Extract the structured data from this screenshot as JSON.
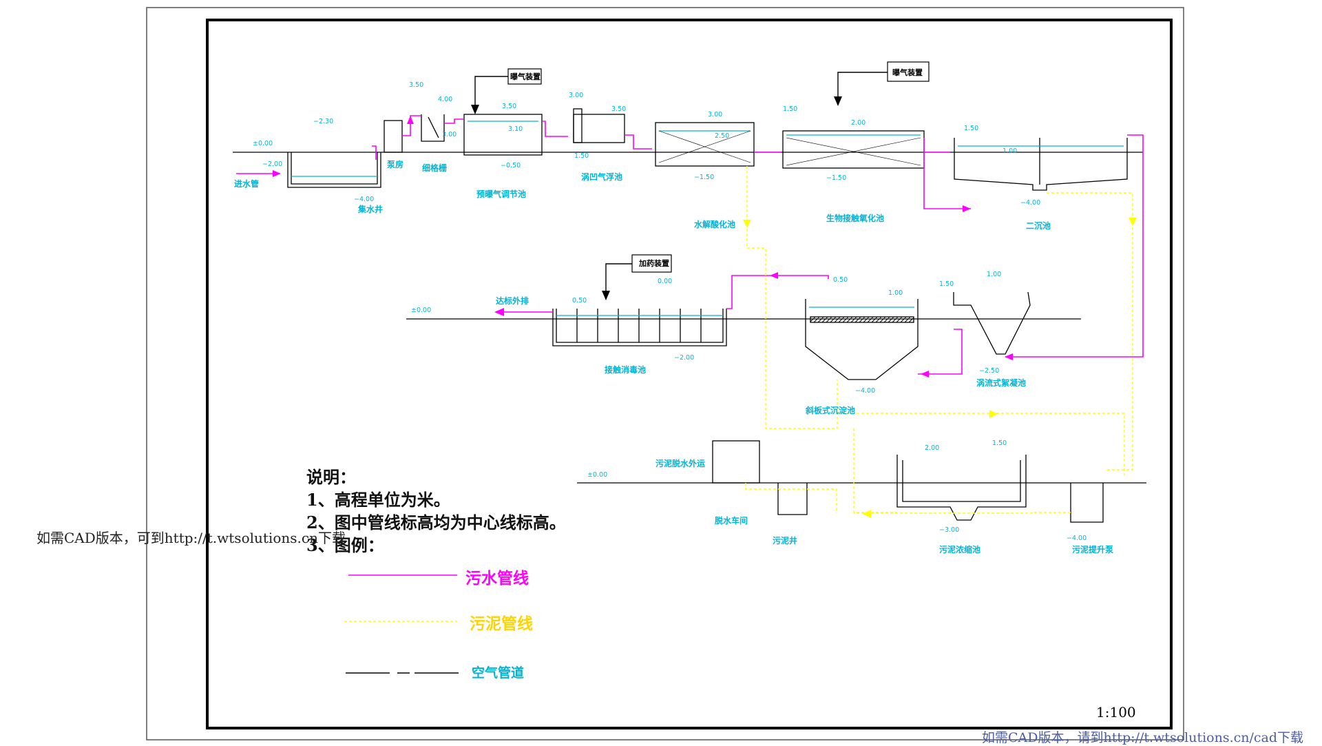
{
  "watermark": {
    "left": "如需CAD版本，可到http://t.wtsolutions.cn下载",
    "bottom": "如需CAD版本，请到http://t.wtsolutions.cn/cad下载"
  },
  "scale": "1:100",
  "notes": {
    "title": "说明：",
    "item1": "1、高程单位为米。",
    "item2": "2、图中管线标高均为中心线标高。",
    "item3": "3、图例："
  },
  "legend": {
    "sewage": "污水管线",
    "sludge": "污泥管线",
    "air": "空气管道"
  },
  "colors": {
    "sewage": "#ff00ff",
    "sludge": "#ffff00",
    "labels": "#00b4d8",
    "structure": "#000000"
  },
  "inflow_label": "进水管",
  "outflow_label": "达标外排",
  "sludge_out_label": "污泥脱水外运",
  "callouts": {
    "aeration1": "曝气装置",
    "aeration2": "曝气装置",
    "dosing": "加药装置"
  },
  "units": {
    "sump": "集水井",
    "pump": "泵房",
    "screen": "细格栅",
    "pre_aeration": "预曝气调节池",
    "air_float": "涡凹气浮池",
    "hydrolysis": "水解酸化池",
    "bio_contact": "生物接触氧化池",
    "secondary": "二沉池",
    "disinfect": "接触消毒池",
    "inclined": "斜板式沉淀池",
    "vortex": "涡流式絮凝池",
    "dewater": "脱水车间",
    "sludge_well": "污泥井",
    "thickener": "污泥浓缩池",
    "sludge_pump": "污泥提升泵"
  },
  "elevations": {
    "sump_gl": "±0.00",
    "sump_in": "−2.00",
    "sump_top": "−2.30",
    "sump_bot": "−4.00",
    "pump_top": "3.50",
    "screen_top": "4.00",
    "screen_mid": "3.00",
    "pre_top": "3.50",
    "pre_wl": "3.10",
    "pre_bot": "−0.50",
    "float_top": "3.00",
    "float_wl": "3.50",
    "float_bot": "1.50",
    "hyd_top": "3.00",
    "hyd_wl": "2.50",
    "hyd_bot": "−1.50",
    "bio_in": "1.50",
    "bio_wl": "2.00",
    "bio_bot": "−1.50",
    "sec_wl": "1.50",
    "sec_mid": "1.00",
    "sec_bot": "−4.00",
    "dis_gl": "±0.00",
    "dis_wl": "0.50",
    "dis_top": "0.00",
    "dis_bot": "−2.00",
    "incl_wl": "0.50",
    "incl_top": "1.00",
    "incl_bot": "−4.00",
    "vor_in": "1.50",
    "vor_wl": "1.00",
    "vor_bot": "−2.50",
    "sl_gl": "±0.00",
    "thk_wl": "2.00",
    "thk_top": "1.50",
    "thk_bot": "−3.00",
    "pump_bot": "−4.00"
  }
}
